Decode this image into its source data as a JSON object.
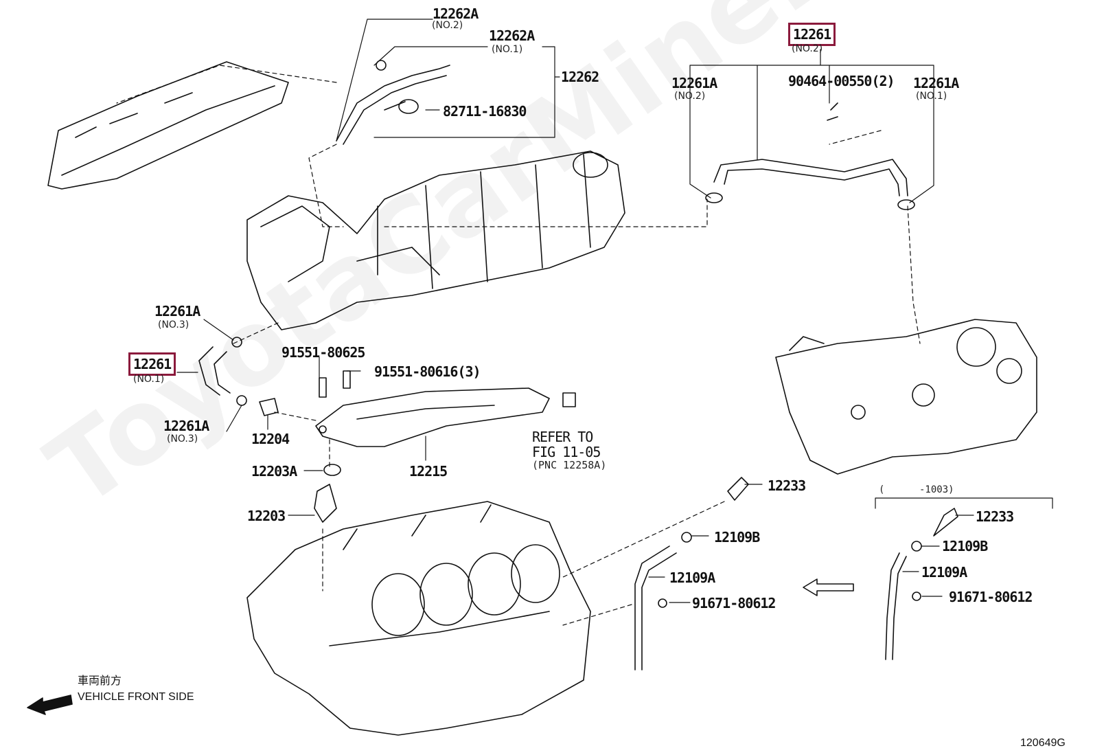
{
  "watermark": "ToyotaCarMine.ru",
  "diagram_id": "120649G",
  "vehicle_front": {
    "jp": "車両前方",
    "en": "VEHICLE FRONT SIDE"
  },
  "refer": {
    "line1": "REFER TO",
    "line2": "FIG 11-05",
    "line3": "(PNC 12258A)"
  },
  "range_note": "(      -1003)",
  "parts": {
    "p12262A_no2": {
      "num": "12262A",
      "sub": "(NO.2)"
    },
    "p12262A_no1": {
      "num": "12262A",
      "sub": "(NO.1)"
    },
    "p12262": {
      "num": "12262"
    },
    "p82711": {
      "num": "82711-16830"
    },
    "p12261_no2": {
      "num": "12261",
      "sub": "(NO.2)"
    },
    "p12261A_no2": {
      "num": "12261A",
      "sub": "(NO.2)"
    },
    "p90464": {
      "num": "90464-00550(2)"
    },
    "p12261A_no1": {
      "num": "12261A",
      "sub": "(NO.1)"
    },
    "p12261A_no3_top": {
      "num": "12261A",
      "sub": "(NO.3)"
    },
    "p12261_no1": {
      "num": "12261",
      "sub": "(NO.1)"
    },
    "p12261A_no3_bot": {
      "num": "12261A",
      "sub": "(NO.3)"
    },
    "p91551_80625": {
      "num": "91551-80625"
    },
    "p91551_80616": {
      "num": "91551-80616(3)"
    },
    "p12204": {
      "num": "12204"
    },
    "p12215": {
      "num": "12215"
    },
    "p12203A": {
      "num": "12203A"
    },
    "p12203": {
      "num": "12203"
    },
    "p12233_a": {
      "num": "12233"
    },
    "p12109B_a": {
      "num": "12109B"
    },
    "p12109A_a": {
      "num": "12109A"
    },
    "p91671_a": {
      "num": "91671-80612"
    },
    "p12233_b": {
      "num": "12233"
    },
    "p12109B_b": {
      "num": "12109B"
    },
    "p12109A_b": {
      "num": "12109A"
    },
    "p91671_b": {
      "num": "91671-80612"
    }
  },
  "highlight_color": "#8b1a3c"
}
